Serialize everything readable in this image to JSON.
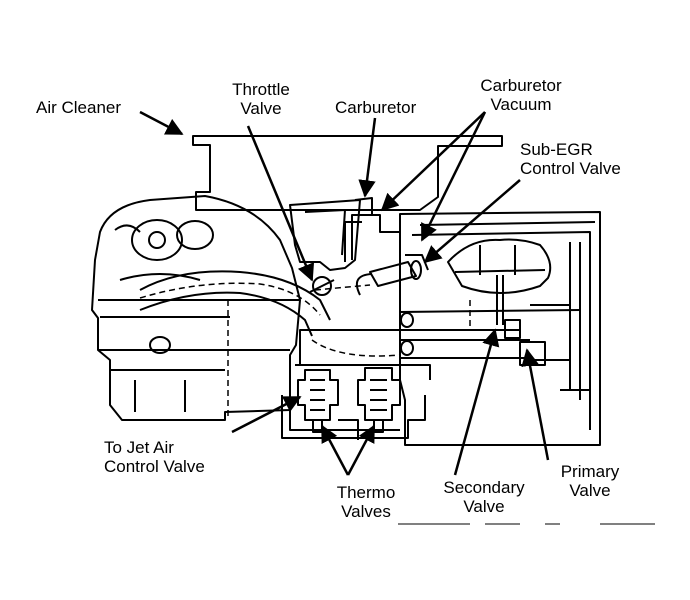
{
  "labels": {
    "air_cleaner": "Air Cleaner",
    "throttle_valve": [
      "Throttle",
      "Valve"
    ],
    "carburetor": "Carburetor",
    "carburetor_vacuum": [
      "Carburetor",
      "Vacuum"
    ],
    "sub_egr": [
      "Sub-EGR",
      "Control Valve"
    ],
    "jet_air": [
      "To Jet Air",
      "Control Valve"
    ],
    "thermo": [
      "Thermo",
      "Valves"
    ],
    "secondary": [
      "Secondary",
      "Valve"
    ],
    "primary": [
      "Primary",
      "Valve"
    ]
  },
  "colors": {
    "ink": "#000000",
    "paper": "#ffffff"
  }
}
